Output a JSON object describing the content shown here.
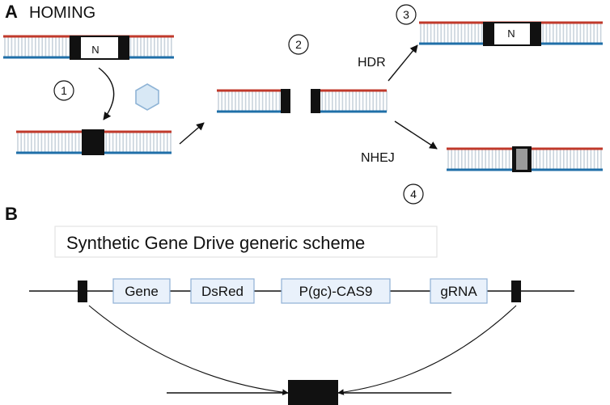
{
  "panel_a": {
    "letter": "A",
    "title": "HOMING",
    "insert_label_top": "N",
    "insert_label_hdr": "N",
    "step_1": "1",
    "step_2": "2",
    "step_3": "3",
    "step_4": "4",
    "hdr_label": "HDR",
    "nhej_label": "NHEJ"
  },
  "panel_b": {
    "letter": "B",
    "scheme_title": "Synthetic Gene Drive generic scheme",
    "elements": [
      "Gene",
      "DsRed",
      "P(gc)-CAS9",
      "gRNA"
    ]
  },
  "colors": {
    "strand_top": "#c0392b",
    "strand_bottom": "#1f6fa8",
    "rungs": "#c9d3dc",
    "block": "#111111",
    "scar": "#9a9a9a",
    "hexagon_fill": "#d8e8f5",
    "hexagon_stroke": "#8fb4d6",
    "gene_box_fill": "#e9f1fb",
    "gene_box_stroke": "#8fb0d6"
  }
}
